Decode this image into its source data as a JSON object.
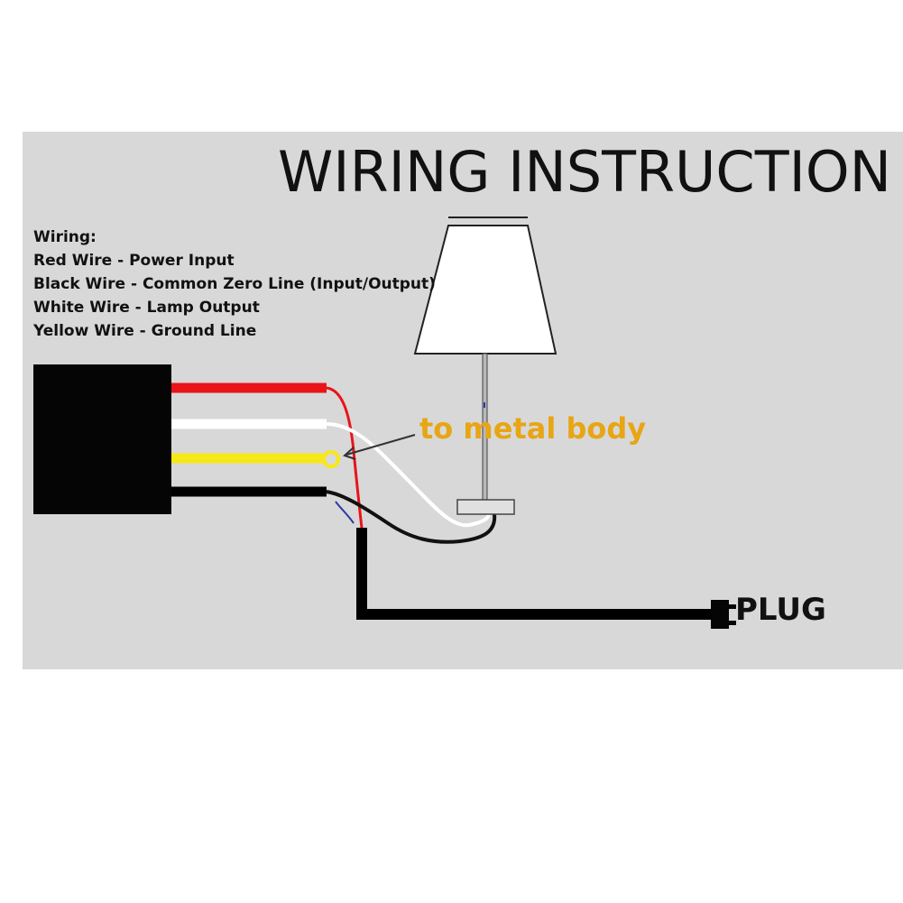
{
  "title": "WIRING INSTRUCTION",
  "legend": {
    "heading": "Wiring:",
    "lines": [
      "Red Wire - Power Input",
      "Black Wire - Common Zero Line (Input/Output)",
      "White Wire - Lamp Output",
      "Yellow Wire - Ground Line"
    ]
  },
  "annotation": "to metal body",
  "plug_label": "PLUG",
  "colors": {
    "panel": "#d8d8d8",
    "red_wire": "#e8141a",
    "white_wire": "#ffffff",
    "yellow_wire": "#f7e817",
    "black_wire": "#000000",
    "annotation": "#e8a514"
  }
}
